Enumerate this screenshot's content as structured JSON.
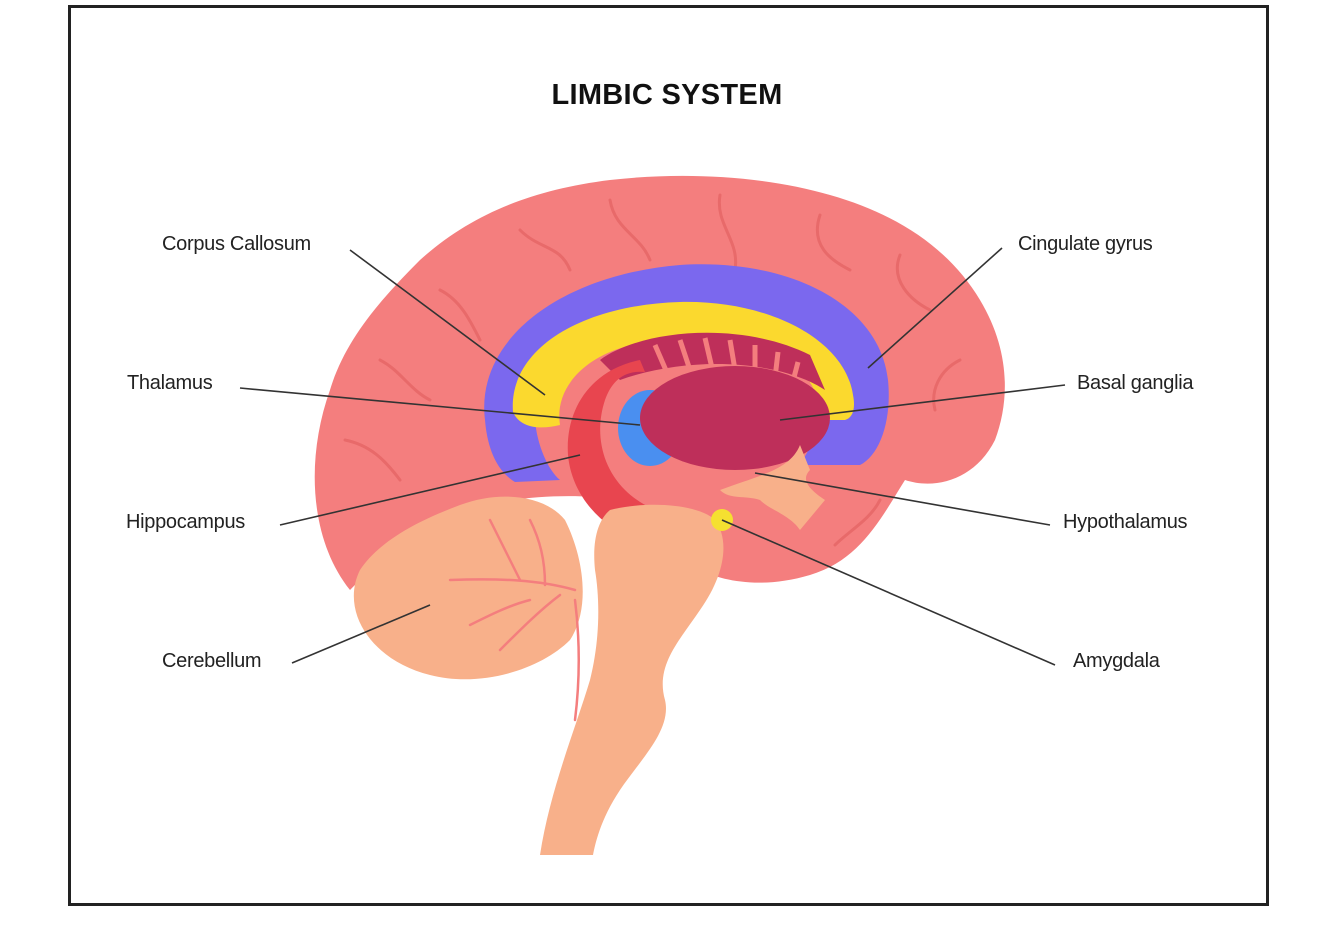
{
  "title": "LIMBIC SYSTEM",
  "labels": {
    "corpus_callosum": "Corpus Callosum",
    "thalamus": "Thalamus",
    "hippocampus": "Hippocampus",
    "cerebellum": "Cerebellum",
    "cingulate_gyrus": "Cingulate gyrus",
    "basal_ganglia": "Basal ganglia",
    "hypothalamus": "Hypothalamus",
    "amygdala": "Amygdala"
  },
  "colors": {
    "cortex": "#f47e7e",
    "cortex_fold": "#e86a6a",
    "cingulate": "#7b68ee",
    "corpus_callosum": "#fbd92e",
    "basal_ganglia": "#be2f5a",
    "hippocampus": "#e8454f",
    "thalamus": "#4a8ff0",
    "brainstem": "#f8b08a",
    "amygdala": "#f5e030",
    "line": "#333333"
  }
}
